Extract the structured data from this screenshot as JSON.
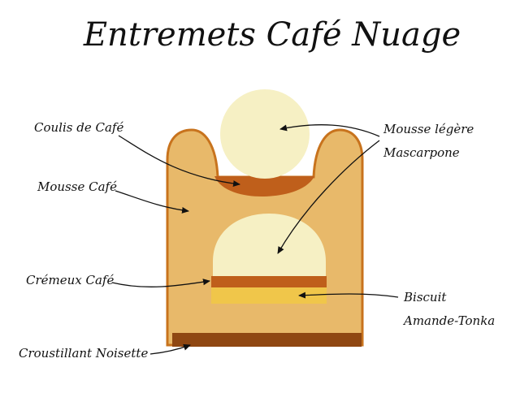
{
  "title": "Entremets Café Nuage",
  "labels": {
    "coulis": "Coulis de Café",
    "mousse_cafe": "Mousse Café",
    "cremeux": "Crémeux Café",
    "croustillant": "Croustillant Noisette",
    "mousse_legere_line1": "Mousse légère",
    "mousse_legere_line2": "Mascarpone",
    "biscuit_line1": "Biscuit",
    "biscuit_line2": "Amande-Tonka"
  },
  "colors": {
    "mousse_cafe": "#e8b96a",
    "mousse_cafe_outline": "#c8731d",
    "coulis": "#bf5f1b",
    "mascarpone": "#f6f0c4",
    "cremeux": "#bf5f1b",
    "biscuit": "#f0c64a",
    "croustillant": "#8f4712"
  }
}
